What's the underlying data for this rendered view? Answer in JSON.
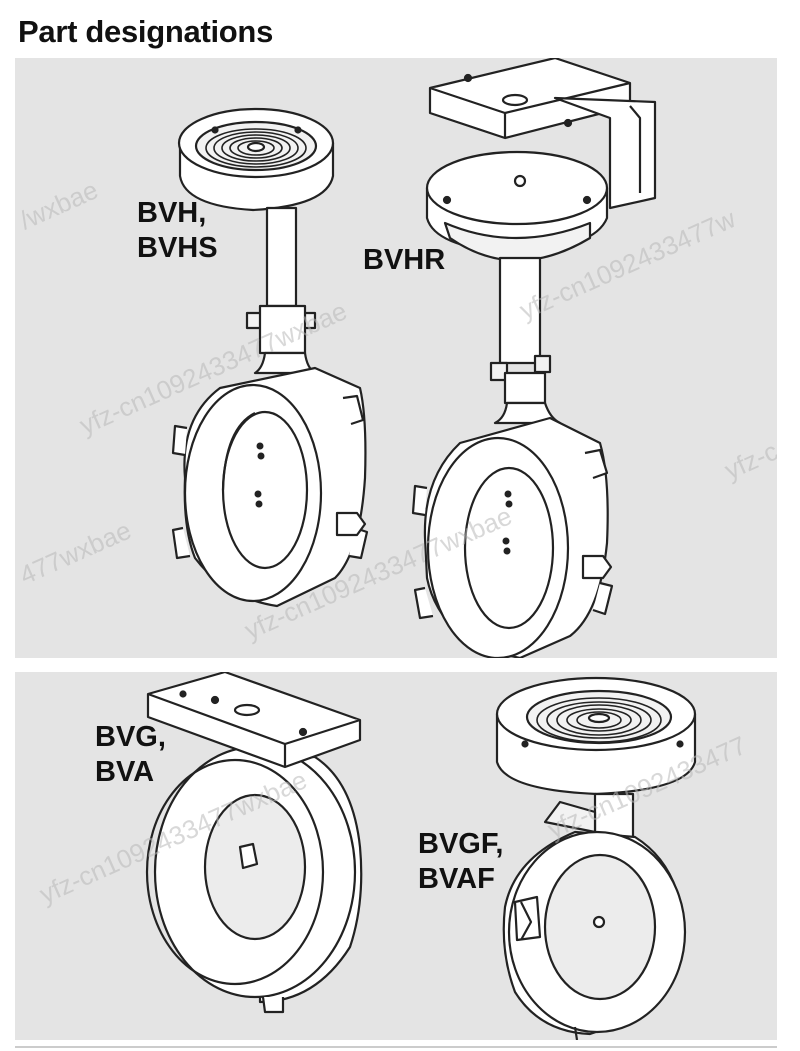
{
  "page": {
    "title": "Part designations",
    "panel_background": "#e4e4e4",
    "drawing_fill": "#ffffff",
    "drawing_stroke": "#222222"
  },
  "labels": {
    "bvh": "BVH,\nBVHS",
    "bvhr": "BVHR",
    "bvg": "BVG,\nBVA",
    "bvgf": "BVGF,\nBVAF"
  },
  "watermarks": {
    "fragment_1": "/wxbae",
    "fragment_2": "yfz-cn1092433477wxbae",
    "fragment_3": "yfz-cn1092433477w",
    "fragment_4": "yfz-c",
    "fragment_5": "477wxbae",
    "fragment_6": "yfz-cn1092433477wxbae",
    "fragment_7": "yfz-cn1092433477wxbae",
    "fragment_8": "yfz-cn1092433477"
  }
}
